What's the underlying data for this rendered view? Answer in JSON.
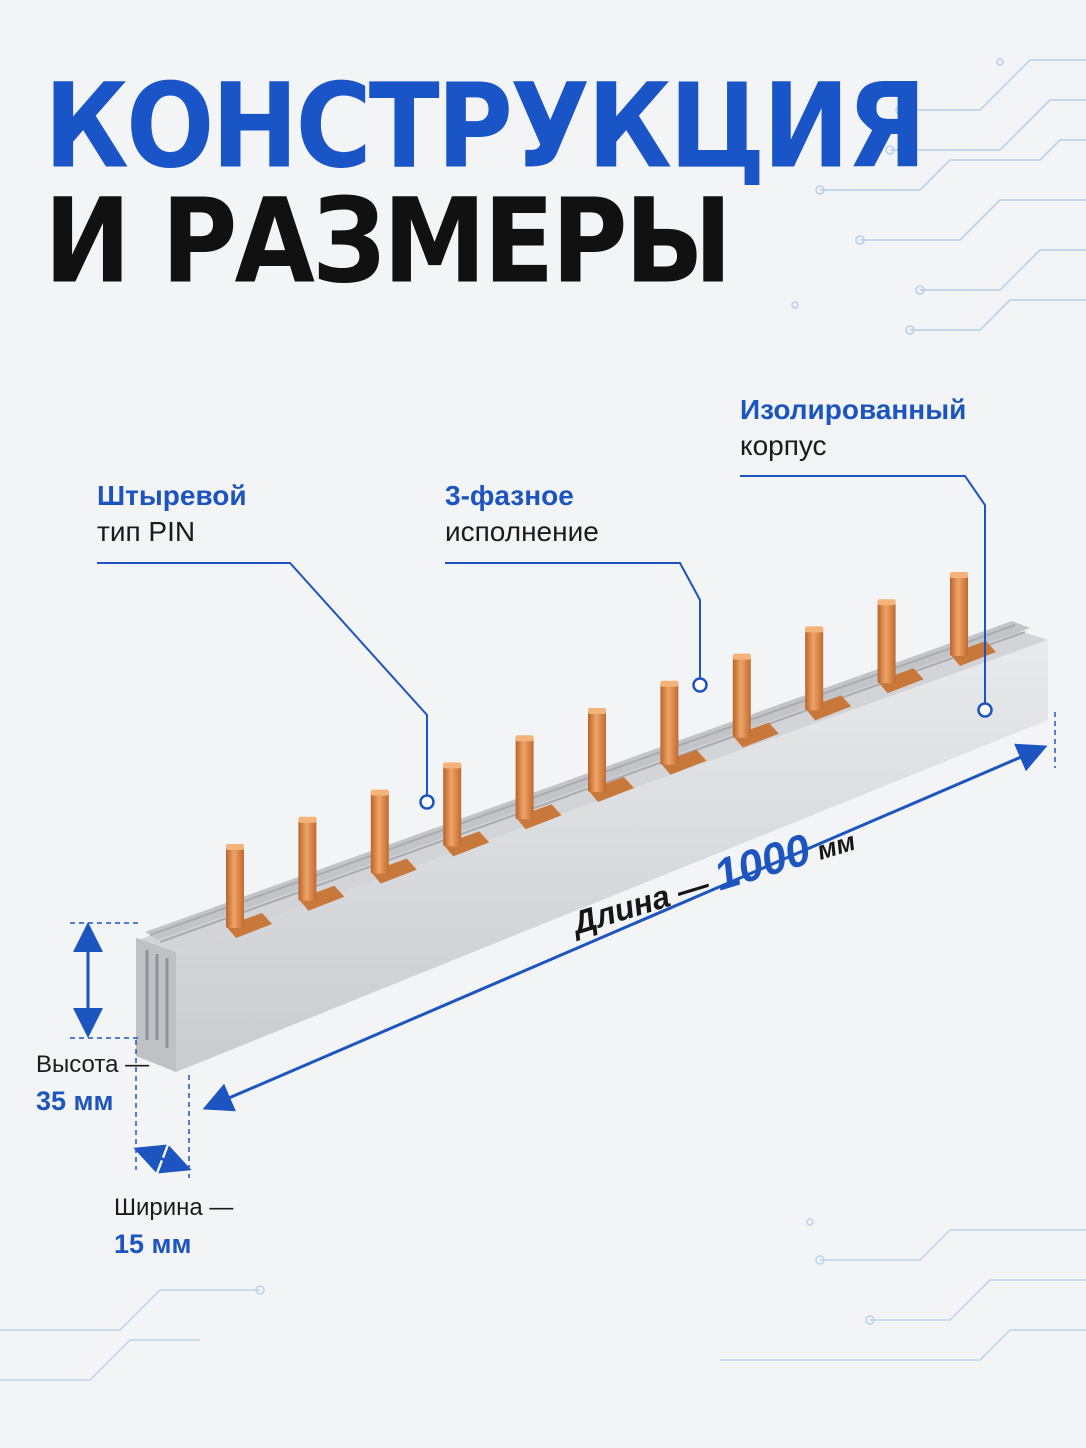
{
  "title": {
    "line1": "КОНСТРУКЦИЯ",
    "line2": "И РАЗМЕРЫ"
  },
  "callouts": [
    {
      "highlight": "Штыревой",
      "text": "тип PIN"
    },
    {
      "highlight": "3-фазное",
      "text": "исполнение"
    },
    {
      "highlight": "Изолированный",
      "text": "корпус"
    }
  ],
  "dimensions": {
    "length": {
      "label": "Длина — ",
      "value": "1000",
      "unit": " мм"
    },
    "height": {
      "label": "Высота —",
      "value": "35 мм"
    },
    "width": {
      "label": "Ширина —",
      "value": "15 мм"
    }
  },
  "product": {
    "pins": 11
  },
  "colors": {
    "accent": "#1d55c0",
    "title_blue": "#1a55c8",
    "title_black": "#111111",
    "copper": "#d98a4a",
    "housing": "#d6d7d9"
  }
}
